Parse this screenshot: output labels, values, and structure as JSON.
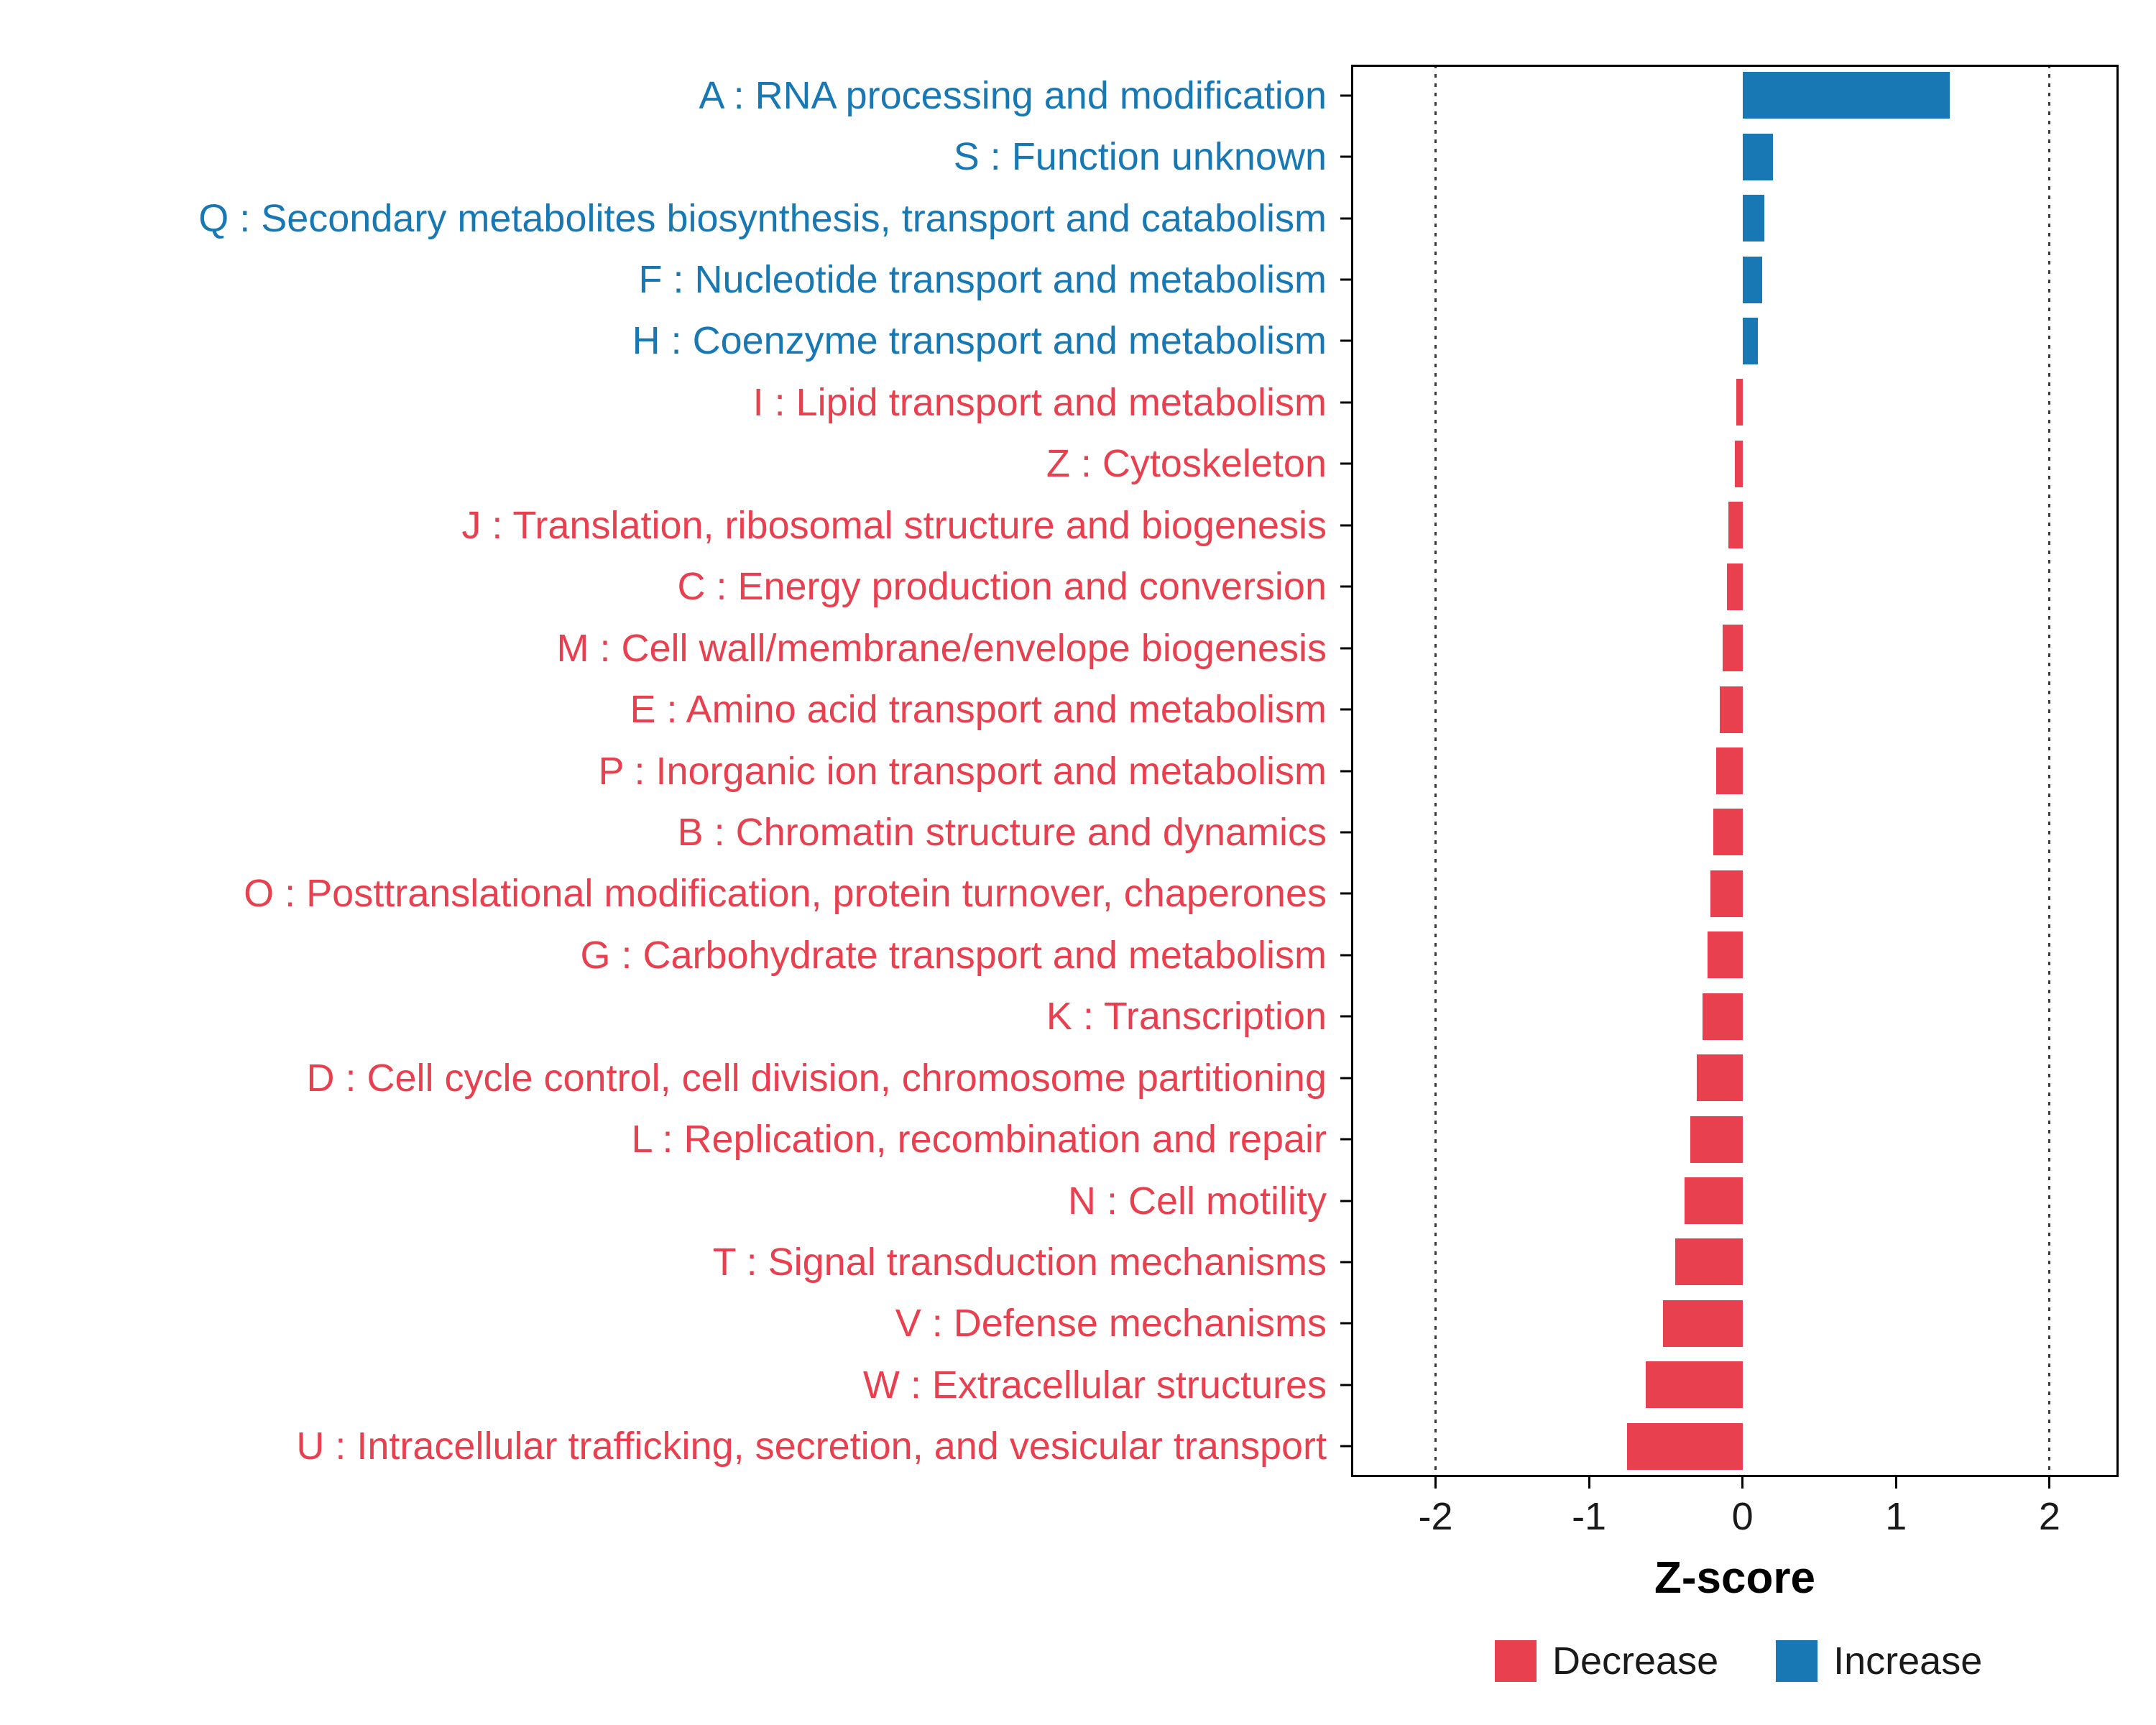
{
  "chart_data": {
    "type": "bar",
    "orientation": "horizontal",
    "title": "",
    "xlabel": "Z-score",
    "xlim": [
      -2.55,
      2.45
    ],
    "x_ticks": [
      -2,
      -1,
      0,
      1,
      2
    ],
    "reference_lines": [
      -2,
      2
    ],
    "grid": "reference-lines-only",
    "legend_position": "bottom-right",
    "legend": [
      {
        "label": "Decrease",
        "color": "#E8404E"
      },
      {
        "label": "Increase",
        "color": "#1878B4"
      }
    ],
    "categories": [
      {
        "label": "A : RNA processing and modification",
        "value": 1.35,
        "group": "Increase"
      },
      {
        "label": "S : Function unknown",
        "value": 0.2,
        "group": "Increase"
      },
      {
        "label": "Q : Secondary metabolites biosynthesis, transport and catabolism",
        "value": 0.14,
        "group": "Increase"
      },
      {
        "label": "F : Nucleotide transport and metabolism",
        "value": 0.13,
        "group": "Increase"
      },
      {
        "label": "H : Coenzyme transport and metabolism",
        "value": 0.1,
        "group": "Increase"
      },
      {
        "label": "I : Lipid transport and metabolism",
        "value": -0.04,
        "group": "Decrease"
      },
      {
        "label": "Z : Cytoskeleton",
        "value": -0.05,
        "group": "Decrease"
      },
      {
        "label": "J : Translation, ribosomal structure and biogenesis",
        "value": -0.09,
        "group": "Decrease"
      },
      {
        "label": "C : Energy production and conversion",
        "value": -0.1,
        "group": "Decrease"
      },
      {
        "label": "M : Cell wall/membrane/envelope biogenesis",
        "value": -0.13,
        "group": "Decrease"
      },
      {
        "label": "E : Amino acid transport and metabolism",
        "value": -0.15,
        "group": "Decrease"
      },
      {
        "label": "P : Inorganic ion transport and metabolism",
        "value": -0.17,
        "group": "Decrease"
      },
      {
        "label": "B : Chromatin structure and dynamics",
        "value": -0.19,
        "group": "Decrease"
      },
      {
        "label": "O : Posttranslational modification, protein turnover, chaperones",
        "value": -0.21,
        "group": "Decrease"
      },
      {
        "label": "G : Carbohydrate transport and metabolism",
        "value": -0.23,
        "group": "Decrease"
      },
      {
        "label": "K : Transcription",
        "value": -0.26,
        "group": "Decrease"
      },
      {
        "label": "D : Cell cycle control, cell division, chromosome partitioning",
        "value": -0.3,
        "group": "Decrease"
      },
      {
        "label": "L : Replication, recombination and repair",
        "value": -0.34,
        "group": "Decrease"
      },
      {
        "label": "N : Cell motility",
        "value": -0.38,
        "group": "Decrease"
      },
      {
        "label": "T : Signal transduction mechanisms",
        "value": -0.44,
        "group": "Decrease"
      },
      {
        "label": "V : Defense mechanisms",
        "value": -0.52,
        "group": "Decrease"
      },
      {
        "label": "W : Extracellular structures",
        "value": -0.63,
        "group": "Decrease"
      },
      {
        "label": "U : Intracellular trafficking, secretion, and vesicular transport",
        "value": -0.75,
        "group": "Decrease"
      }
    ]
  }
}
